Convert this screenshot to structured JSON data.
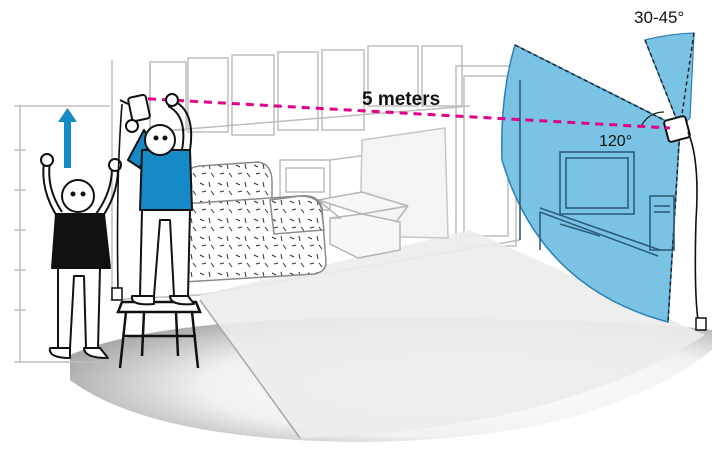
{
  "labels": {
    "distance": "5 meters",
    "tilt_angle": "30-45°",
    "field_of_view": "120°"
  },
  "colors": {
    "coverage_fill": "#7ac3e4",
    "coverage_stroke": "#2a7fb6",
    "measure_line": "#e0008c",
    "person_shirt_blue": "#1689c7",
    "person_shirt_black": "#111111",
    "up_arrow": "#1689c7",
    "floor_shadow": "#9a9a9a",
    "room_lines": "#bdbdbd"
  },
  "icons": {
    "up_arrow": "arrow-up-icon",
    "base_station_left": "base-station-icon",
    "base_station_right": "base-station-icon",
    "outlet": "power-outlet-icon"
  }
}
